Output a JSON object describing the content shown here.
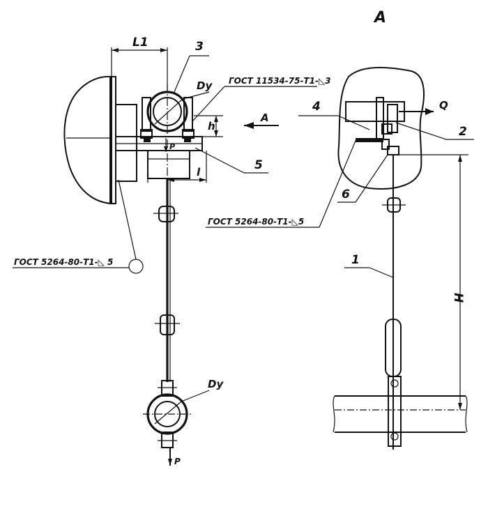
{
  "view_label": "A",
  "labels": {
    "l1": "L1",
    "dy_top": "Dy",
    "dy_bottom": "Dy",
    "h_left": "h",
    "l_small": "l",
    "p_top": "P",
    "p_bottom": "P",
    "arrow_a": "A",
    "q": "Q",
    "h_big": "H"
  },
  "positions": {
    "n1": "1",
    "n2": "2",
    "n3": "3",
    "n4": "4",
    "n5": "5",
    "n6": "6"
  },
  "gost": {
    "weld_top": "ГОСТ 11534-75-Т1-◺3",
    "weld_right": "ГОСТ 5264-80-Т1-◺5",
    "weld_left": "ГОСТ 5264-80-Т1-◺ 5"
  }
}
